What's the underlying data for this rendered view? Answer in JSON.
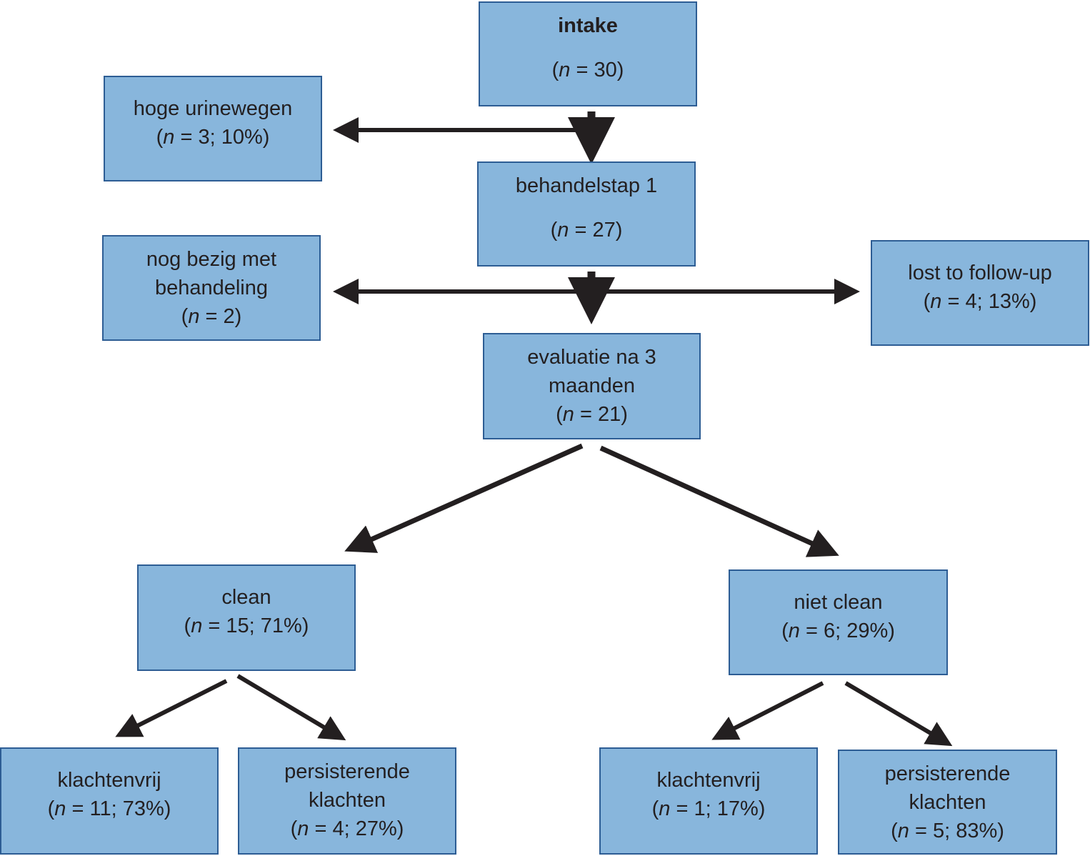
{
  "colors": {
    "box_fill": "#88b6dc",
    "box_border": "#2d5d94",
    "arrow": "#231f20"
  },
  "nodes": {
    "intake": {
      "title": "intake",
      "n_prefix": "(",
      "n_var": "n",
      "n_text": " = 30)"
    },
    "hoge": {
      "title": "hoge urinewegen",
      "n_prefix": "(",
      "n_var": "n",
      "n_text": " = 3; 10%)"
    },
    "stap1": {
      "title": "behandelstap 1",
      "n_prefix": "(",
      "n_var": "n",
      "n_text": " = 27)"
    },
    "nog": {
      "line1": "nog bezig met",
      "line2": "behandeling",
      "n_prefix": "(",
      "n_var": "n",
      "n_text": " = 2)"
    },
    "lost": {
      "title": "lost to follow-up",
      "n_prefix": "(",
      "n_var": "n",
      "n_text": " = 4; 13%)"
    },
    "eval": {
      "line1": "evaluatie na 3",
      "line2": "maanden",
      "n_prefix": "(",
      "n_var": "n",
      "n_text": " = 21)"
    },
    "clean": {
      "title": "clean",
      "n_prefix": "(",
      "n_var": "n",
      "n_text": " = 15; 71%)"
    },
    "niet_clean": {
      "title": "niet clean",
      "n_prefix": "(",
      "n_var": "n",
      "n_text": " = 6; 29%)"
    },
    "kv1": {
      "title": "klachtenvrij",
      "n_prefix": "(",
      "n_var": "n",
      "n_text": " = 11; 73%)"
    },
    "pk1": {
      "line1": "persisterende",
      "line2": "klachten",
      "n_prefix": "(",
      "n_var": "n",
      "n_text": " = 4; 27%)"
    },
    "kv2": {
      "title": "klachtenvrij",
      "n_prefix": "(",
      "n_var": "n",
      "n_text": " = 1; 17%)"
    },
    "pk2": {
      "line1": "persisterende",
      "line2": "klachten",
      "n_prefix": "(",
      "n_var": "n",
      "n_text": " = 5; 83%)"
    }
  }
}
